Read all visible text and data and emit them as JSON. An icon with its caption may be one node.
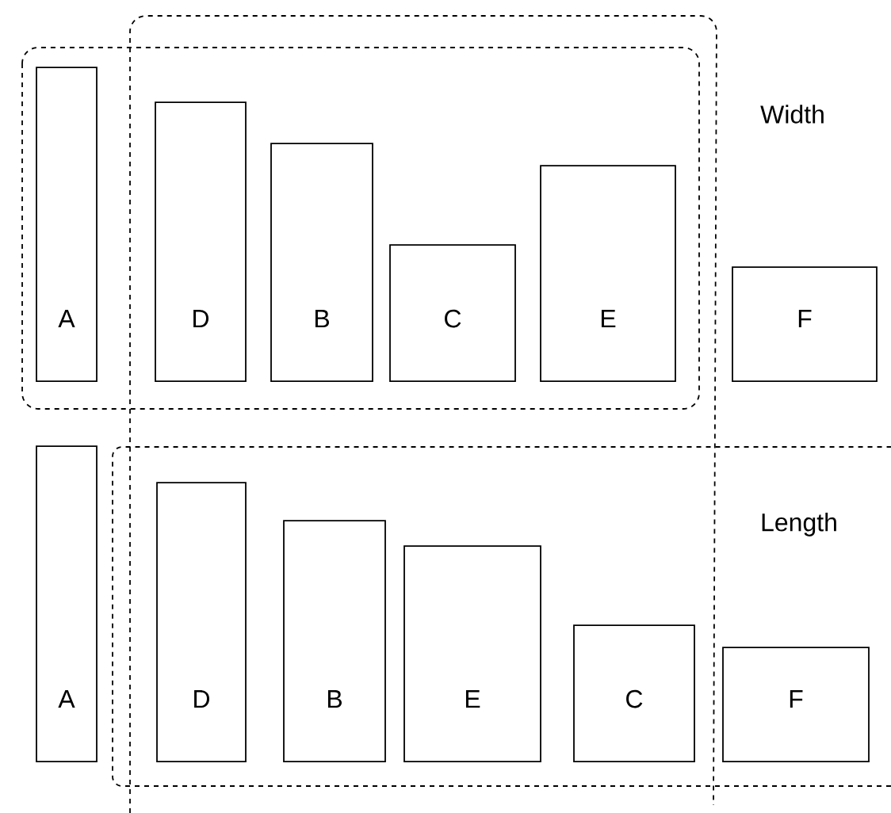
{
  "diagram": {
    "nodes": [
      {
        "text": [
          "A"
        ]
      },
      {
        "text": [
          "D"
        ]
      },
      {
        "text": [
          "B"
        ]
      },
      {
        "text": [
          "C"
        ]
      },
      {
        "text": [
          "E"
        ]
      },
      {
        "text": [
          "F"
        ]
      },
      {
        "text": [
          "A"
        ]
      },
      {
        "text": [
          "D"
        ]
      },
      {
        "text": [
          "B"
        ]
      },
      {
        "text": [
          "E"
        ]
      },
      {
        "text": [
          "C"
        ]
      },
      {
        "text": [
          "F"
        ]
      }
    ],
    "labels": [
      "Width",
      "Length"
    ]
  }
}
